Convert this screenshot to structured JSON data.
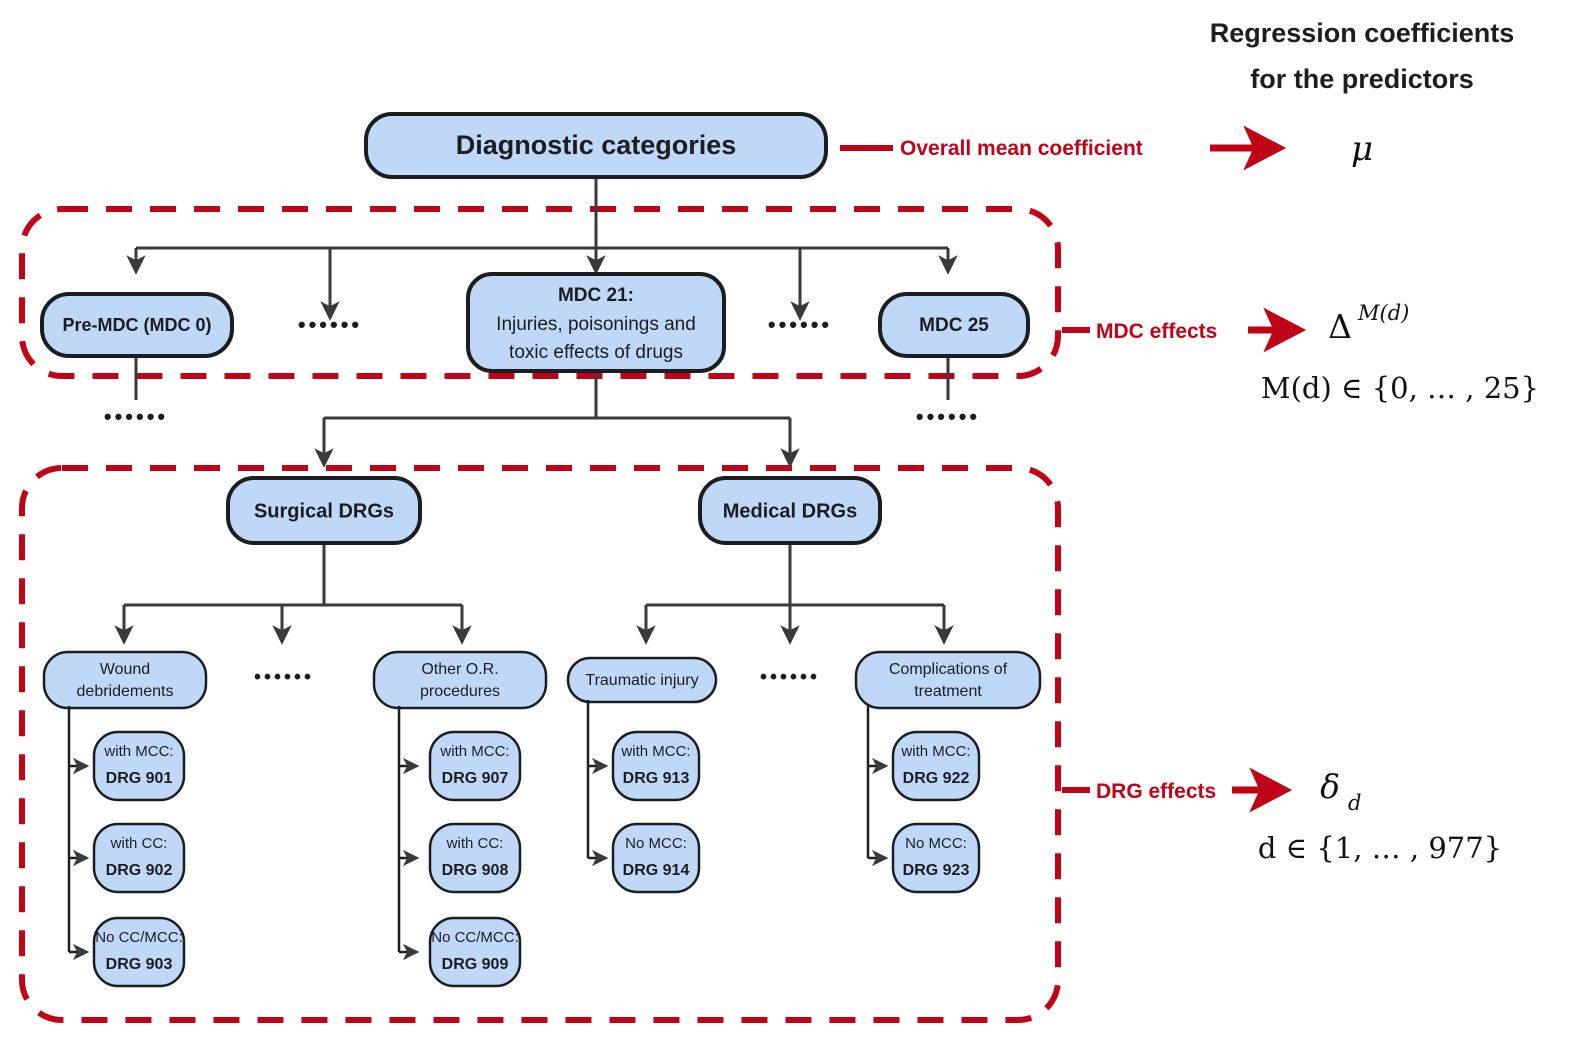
{
  "header": {
    "line1": "Regression coefficients",
    "line2": "for the predictors"
  },
  "root": {
    "label": "Diagnostic categories"
  },
  "annotations": [
    {
      "id": "overall-mean",
      "label": "Overall mean coefficient",
      "symbol": "μ",
      "symbol_sub": "",
      "range": ""
    },
    {
      "id": "mdc-effects",
      "label": "MDC effects",
      "symbol": "Δ",
      "symbol_sup": "M(d)",
      "range": "M(d) ∈ {0, … , 25}"
    },
    {
      "id": "drg-effects",
      "label": "DRG effects",
      "symbol": "δ",
      "symbol_sub": "d",
      "range": "d ∈ {1, … , 977}"
    }
  ],
  "mdc_level": {
    "nodes": [
      {
        "id": "pre-mdc",
        "lines": [
          "Pre-MDC (MDC 0)"
        ],
        "bold": [
          true
        ]
      },
      {
        "id": "ellipsis-1",
        "lines": [
          "••••••"
        ],
        "ellipsis": true
      },
      {
        "id": "mdc-21",
        "lines": [
          "MDC 21:",
          "Injuries, poisonings and",
          "toxic effects of drugs"
        ],
        "bold": [
          true,
          false,
          false
        ]
      },
      {
        "id": "ellipsis-2",
        "lines": [
          "••••••"
        ],
        "ellipsis": true
      },
      {
        "id": "mdc-25",
        "lines": [
          "MDC 25"
        ],
        "bold": [
          true
        ]
      }
    ],
    "below_ellipsis": [
      "••••••",
      "••••••"
    ]
  },
  "drg_level": {
    "groups": [
      {
        "id": "surgical-drgs",
        "label": "Surgical DRGs"
      },
      {
        "id": "medical-drgs",
        "label": "Medical DRGs"
      }
    ],
    "categories": [
      {
        "id": "wound-debridements",
        "lines": [
          "Wound",
          "debridements"
        ],
        "children": [
          {
            "cond": "with MCC:",
            "drg": "DRG 901"
          },
          {
            "cond": "with CC:",
            "drg": "DRG 902"
          },
          {
            "cond": "No CC/MCC:",
            "drg": "DRG 903"
          }
        ]
      },
      {
        "id": "ellipsis-surgical",
        "lines": [
          "••••••"
        ],
        "ellipsis": true,
        "children": []
      },
      {
        "id": "other-or-procedures",
        "lines": [
          "Other O.R.",
          "procedures"
        ],
        "children": [
          {
            "cond": "with MCC:",
            "drg": "DRG 907"
          },
          {
            "cond": "with CC:",
            "drg": "DRG 908"
          },
          {
            "cond": "No CC/MCC:",
            "drg": "DRG 909"
          }
        ]
      },
      {
        "id": "traumatic-injury",
        "lines": [
          "Traumatic injury"
        ],
        "children": [
          {
            "cond": "with MCC:",
            "drg": "DRG 913"
          },
          {
            "cond": "No MCC:",
            "drg": "DRG 914"
          }
        ]
      },
      {
        "id": "ellipsis-medical",
        "lines": [
          "••••••"
        ],
        "ellipsis": true,
        "children": []
      },
      {
        "id": "complications-of-treatment",
        "lines": [
          "Complications of",
          "treatment"
        ],
        "children": [
          {
            "cond": "with MCC:",
            "drg": "DRG 922"
          },
          {
            "cond": "No MCC:",
            "drg": "DRG 923"
          }
        ]
      }
    ]
  },
  "colors": {
    "node_fill": "#c0d8f7",
    "node_stroke": "#1b1d21",
    "dashed_red": "#c00418",
    "connector": "#3a3a3c",
    "text": "#1b1d21"
  }
}
